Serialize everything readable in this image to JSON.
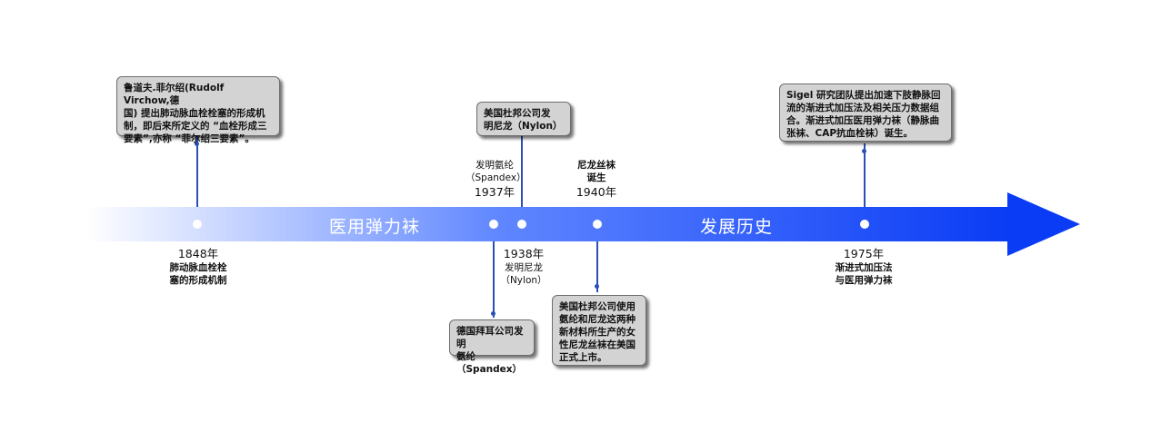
{
  "colors": {
    "arrow_start": "#ffffff",
    "arrow_end": "#0a3cf5",
    "connector": "#2a4fb8",
    "card_bg": "#d3d3d3",
    "card_border": "#6d6d6d"
  },
  "band": {
    "left_title": "医用弹力袜",
    "right_title": "发展历史"
  },
  "events": {
    "e1848": {
      "year": "1848年",
      "desc": "肺动脉血栓栓\n塞的形成机制",
      "card": "鲁道夫.菲尔绍(Rudolf Virchow,德\n国) 提出肺动脉血栓栓塞的形成机\n制，即后来所定义的 “血栓形成三\n要素”,亦称 “菲尔绍三要素”。"
    },
    "e1937": {
      "top": "发明氨纶\n（Spandex）",
      "year": "1937年",
      "card": "德国拜耳公司发明\n氨纶（Spandex）"
    },
    "e1938": {
      "year": "1938年",
      "desc": "发明尼龙\n（Nylon）",
      "card": "美国杜邦公司发\n明尼龙（Nylon）"
    },
    "e1940": {
      "top": "尼龙丝袜\n诞生",
      "year": "1940年",
      "card": "美国杜邦公司使用\n氨纶和尼龙这两种\n新材料所生产的女\n性尼龙丝袜在美国\n正式上市。"
    },
    "e1975": {
      "year": "1975年",
      "desc": "渐进式加压法\n与医用弹力袜",
      "card": "Sigel 研究团队提出加速下肢静脉回\n流的渐进式加压法及相关压力数据组\n合。渐进式加压医用弹力袜（静脉曲\n张袜、CAP抗血栓袜）诞生。"
    }
  }
}
